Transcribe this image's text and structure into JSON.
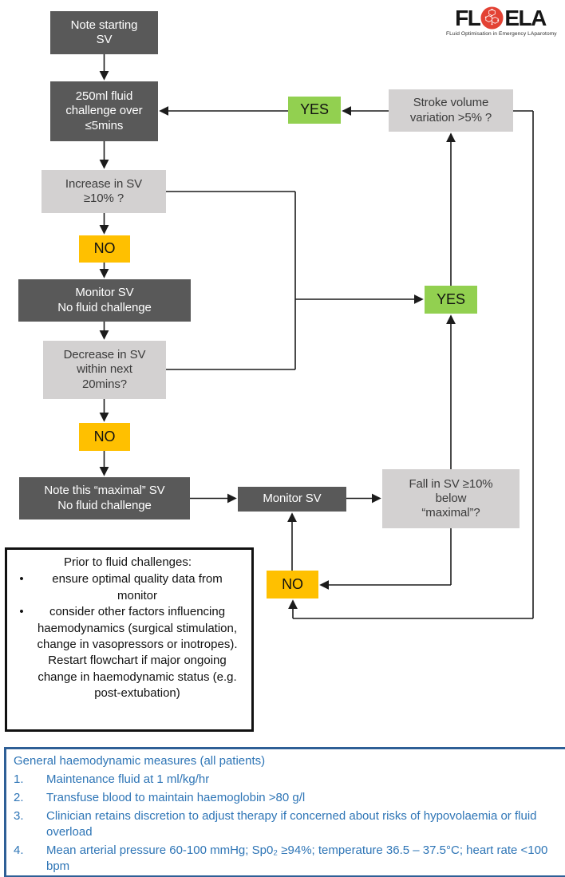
{
  "colors": {
    "dark_node": "#595959",
    "light_node": "#D3D1D1",
    "orange_node": "#FFC000",
    "green_node": "#92D050",
    "blue_text": "#2E75B6",
    "blue_border": "#2E5F96",
    "logo_red": "#E34234",
    "connector": "#1c1c1c"
  },
  "logo": {
    "letters_left": "FL",
    "letters_right": "ELA",
    "tagline": "FLuid Optimisation in Emergency LAparotomy"
  },
  "nodes": {
    "note_starting": "Note starting\nSV",
    "fluid_challenge": "250ml fluid\nchallenge over\n≤5mins",
    "increase_sv": "Increase in SV\n≥10% ?",
    "no_1": "NO",
    "monitor_no_fluid": "Monitor SV\nNo fluid challenge",
    "decrease_sv": "Decrease in SV\nwithin next\n20mins?",
    "no_2": "NO",
    "note_maximal": "Note this “maximal” SV\nNo fluid challenge",
    "monitor_sv": "Monitor SV",
    "fall_sv": "Fall in SV ≥10%\nbelow\n“maximal”?",
    "no_3": "NO",
    "yes_top": "YES",
    "yes_mid": "YES",
    "stroke_volume": "Stroke volume\nvariation >5% ?"
  },
  "prior_box": {
    "title": "Prior to fluid challenges:",
    "bullet_glyph": "•",
    "bullets": [
      "ensure optimal quality data from monitor",
      "consider other factors influencing haemodynamics (surgical stimulation, change in vasopressors or inotropes). Restart flowchart if major ongoing change in haemodynamic status (e.g. post-extubation)"
    ]
  },
  "general_box": {
    "title": "General haemodynamic measures (all patients)",
    "items": [
      {
        "num": "1.",
        "text": "Maintenance fluid at 1 ml/kg/hr"
      },
      {
        "num": "2.",
        "text": "Transfuse blood to maintain haemoglobin >80 g/l"
      },
      {
        "num": "3.",
        "text": "Clinician retains discretion to adjust therapy if concerned about risks of hypovolaemia or fluid overload"
      },
      {
        "num": "4.",
        "text": "Mean arterial pressure 60-100 mmHg; Sp0₂ ≥94%; temperature 36.5 – 37.5°C; heart rate <100 bpm"
      }
    ]
  }
}
